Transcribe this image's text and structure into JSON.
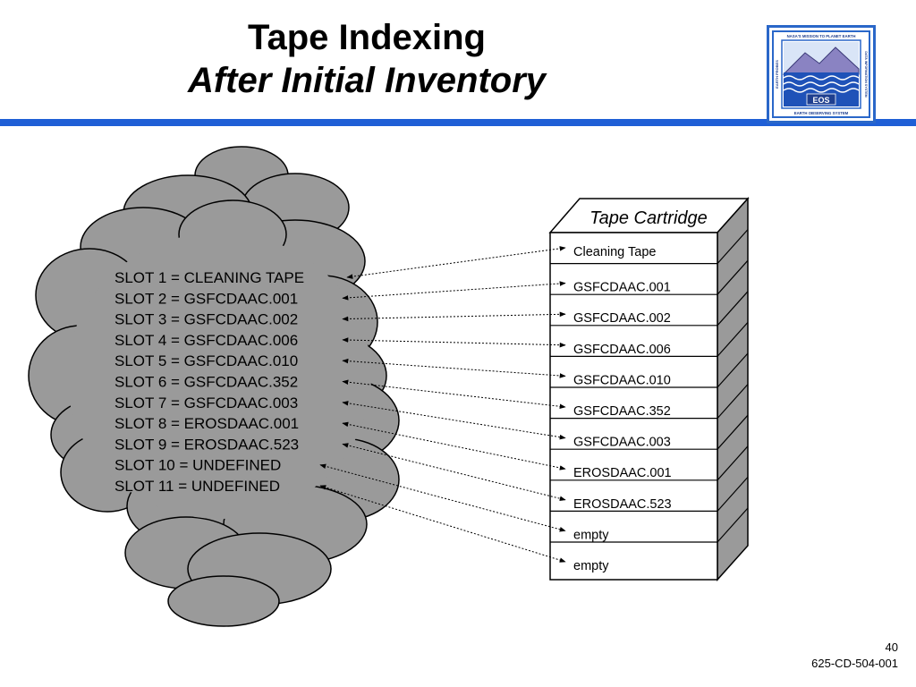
{
  "header": {
    "title": "Tape Indexing",
    "subtitle": "After Initial Inventory",
    "rule_color": "#1f5fd6"
  },
  "logo": {
    "icon": "eos-logo-icon",
    "top_text": "NASA'S MISSION TO PLANET EARTH",
    "left_text": "EARTH PROBES",
    "right_text": "DATA INFORMATION SYSTEM",
    "center_text": "EOS",
    "bottom_text": "EARTH OBSERVING SYSTEM"
  },
  "cloud": {
    "fill": "#9a9a9a",
    "slots": [
      "SLOT 1 = CLEANING TAPE",
      "SLOT 2 = GSFCDAAC.001",
      "SLOT 3 = GSFCDAAC.002",
      "SLOT 4 = GSFCDAAC.006",
      "SLOT 5 = GSFCDAAC.010",
      "SLOT 6 = GSFCDAAC.352",
      "SLOT 7 = GSFCDAAC.003",
      "SLOT 8 = EROSDAAC.001",
      "SLOT 9 = EROSDAAC.523",
      "SLOT 10 = UNDEFINED",
      "SLOT 11 = UNDEFINED"
    ]
  },
  "cartridge": {
    "title": "Tape Cartridge",
    "side_fill": "#9a9a9a",
    "slots": [
      "Cleaning Tape",
      "GSFCDAAC.001",
      "GSFCDAAC.002",
      "GSFCDAAC.006",
      "GSFCDAAC.010",
      "GSFCDAAC.352",
      "GSFCDAAC.003",
      "EROSDAAC.001",
      "EROSDAAC.523",
      "empty",
      "empty"
    ]
  },
  "footer": {
    "page": "40",
    "doc_id": "625-CD-504-001"
  }
}
